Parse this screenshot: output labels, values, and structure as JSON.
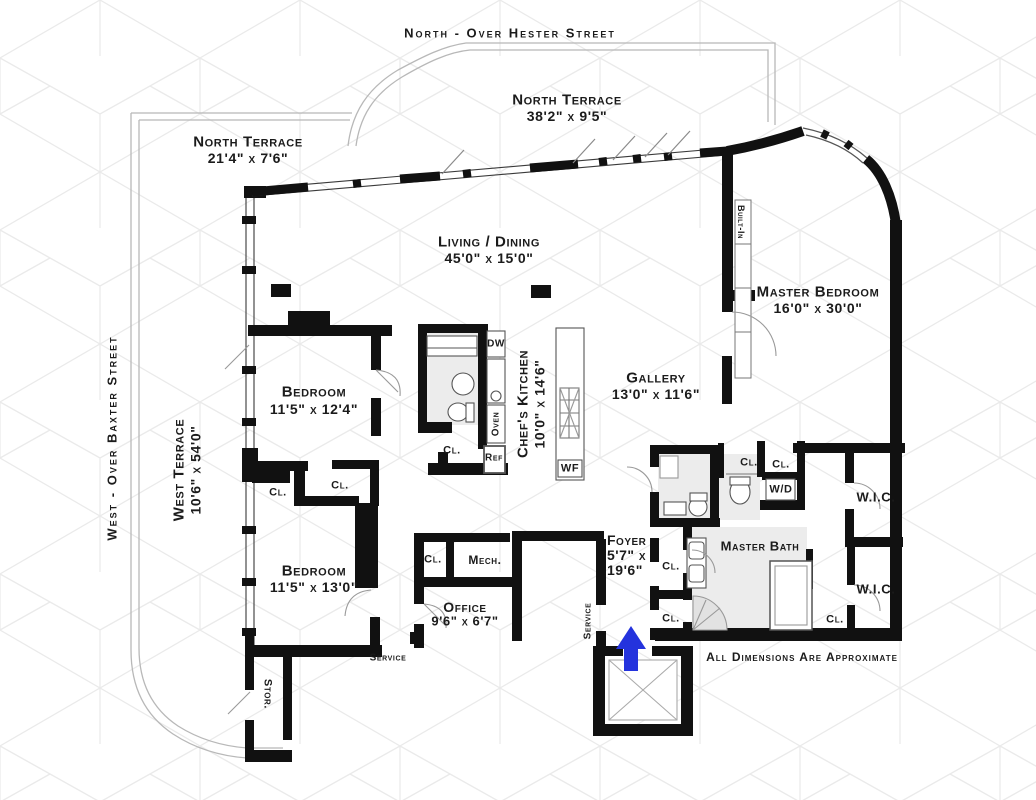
{
  "streets": {
    "north": "North - Over Hester Street",
    "west": "West - Over Baxter Street"
  },
  "rooms": {
    "north_terrace_main": {
      "name": "North Terrace",
      "dims": "38'2\" x 9'5\""
    },
    "north_terrace_west": {
      "name": "North Terrace",
      "dims": "21'4\" x 7'6\""
    },
    "living_dining": {
      "name": "Living / Dining",
      "dims": "45'0\" x 15'0\""
    },
    "master_bedroom": {
      "name": "Master Bedroom",
      "dims": "16'0\" x 30'0\""
    },
    "west_terrace": {
      "name": "West Terrace",
      "dims": "10'6\" x 54'0\""
    },
    "bedroom_north": {
      "name": "Bedroom",
      "dims": "11'5\" x 12'4\""
    },
    "bedroom_south": {
      "name": "Bedroom",
      "dims": "11'5\" x 13'0\""
    },
    "chefs_kitchen": {
      "name": "Chef's Kitchen",
      "dims": "10'0\" x 14'6\""
    },
    "gallery": {
      "name": "Gallery",
      "dims": "13'0\" x 11'6\""
    },
    "foyer": {
      "name": "Foyer",
      "dims_line1": "5'7\" x",
      "dims_line2": "19'6\""
    },
    "office": {
      "name": "Office",
      "dims": "9'6\" x 6'7\""
    },
    "master_bath": {
      "name": "Master Bath"
    }
  },
  "labels": {
    "closet": "Cl.",
    "wic": "W.I.C.",
    "wd": "W/D",
    "mech": "Mech.",
    "stor": "Stor.",
    "service": "Service",
    "built_in": "Built-In",
    "dw": "DW",
    "oven": "Oven",
    "ref": "Ref",
    "wf": "WF"
  },
  "footnote": "All Dimensions Are Approximate",
  "colors": {
    "wall": "#111111",
    "entry_arrow": "#2433dd",
    "floor_tint": "#ececec",
    "pattern_line": "#eaeaea"
  }
}
